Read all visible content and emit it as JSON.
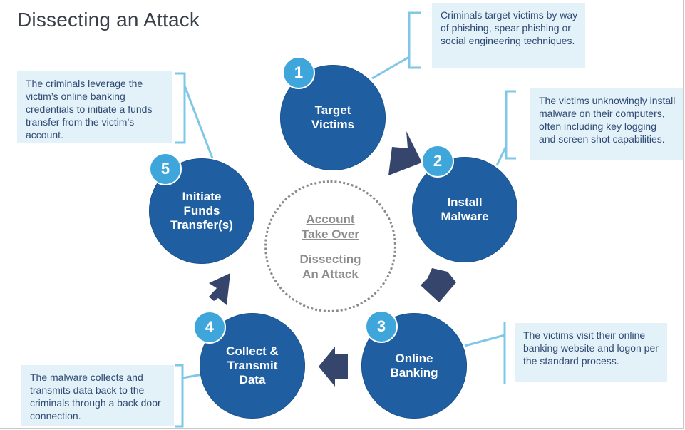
{
  "title": "Dissecting an Attack",
  "center": {
    "title": "Account\nTake Over",
    "subtitle": "Dissecting\nAn Attack"
  },
  "steps": [
    {
      "number": "1",
      "label": "Target\nVictims",
      "note": "Criminals target victims by way of phishing, spear phishing or social engineering techniques."
    },
    {
      "number": "2",
      "label": "Install\nMalware",
      "note": "The victims unknowingly install malware on their computers, often including key logging and screen shot capabilities."
    },
    {
      "number": "3",
      "label": "Online\nBanking",
      "note": "The victims visit their online banking website and logon per the standard process."
    },
    {
      "number": "4",
      "label": "Collect &\nTransmit\nData",
      "note": "The malware collects and transmits data back to the criminals through a back door connection."
    },
    {
      "number": "5",
      "label": "Initiate\nFunds\nTransfer(s)",
      "note": "The criminals leverage the victim’s online banking credentials to initiate  a funds transfer from the victim’s account."
    }
  ],
  "colors": {
    "circle": "#1f5fa1",
    "badge": "#3fa6db",
    "note_bg": "#e3f1f9",
    "note_text": "#2f4a73",
    "arrow": "#35456b",
    "connector": "#7ec7e6"
  }
}
